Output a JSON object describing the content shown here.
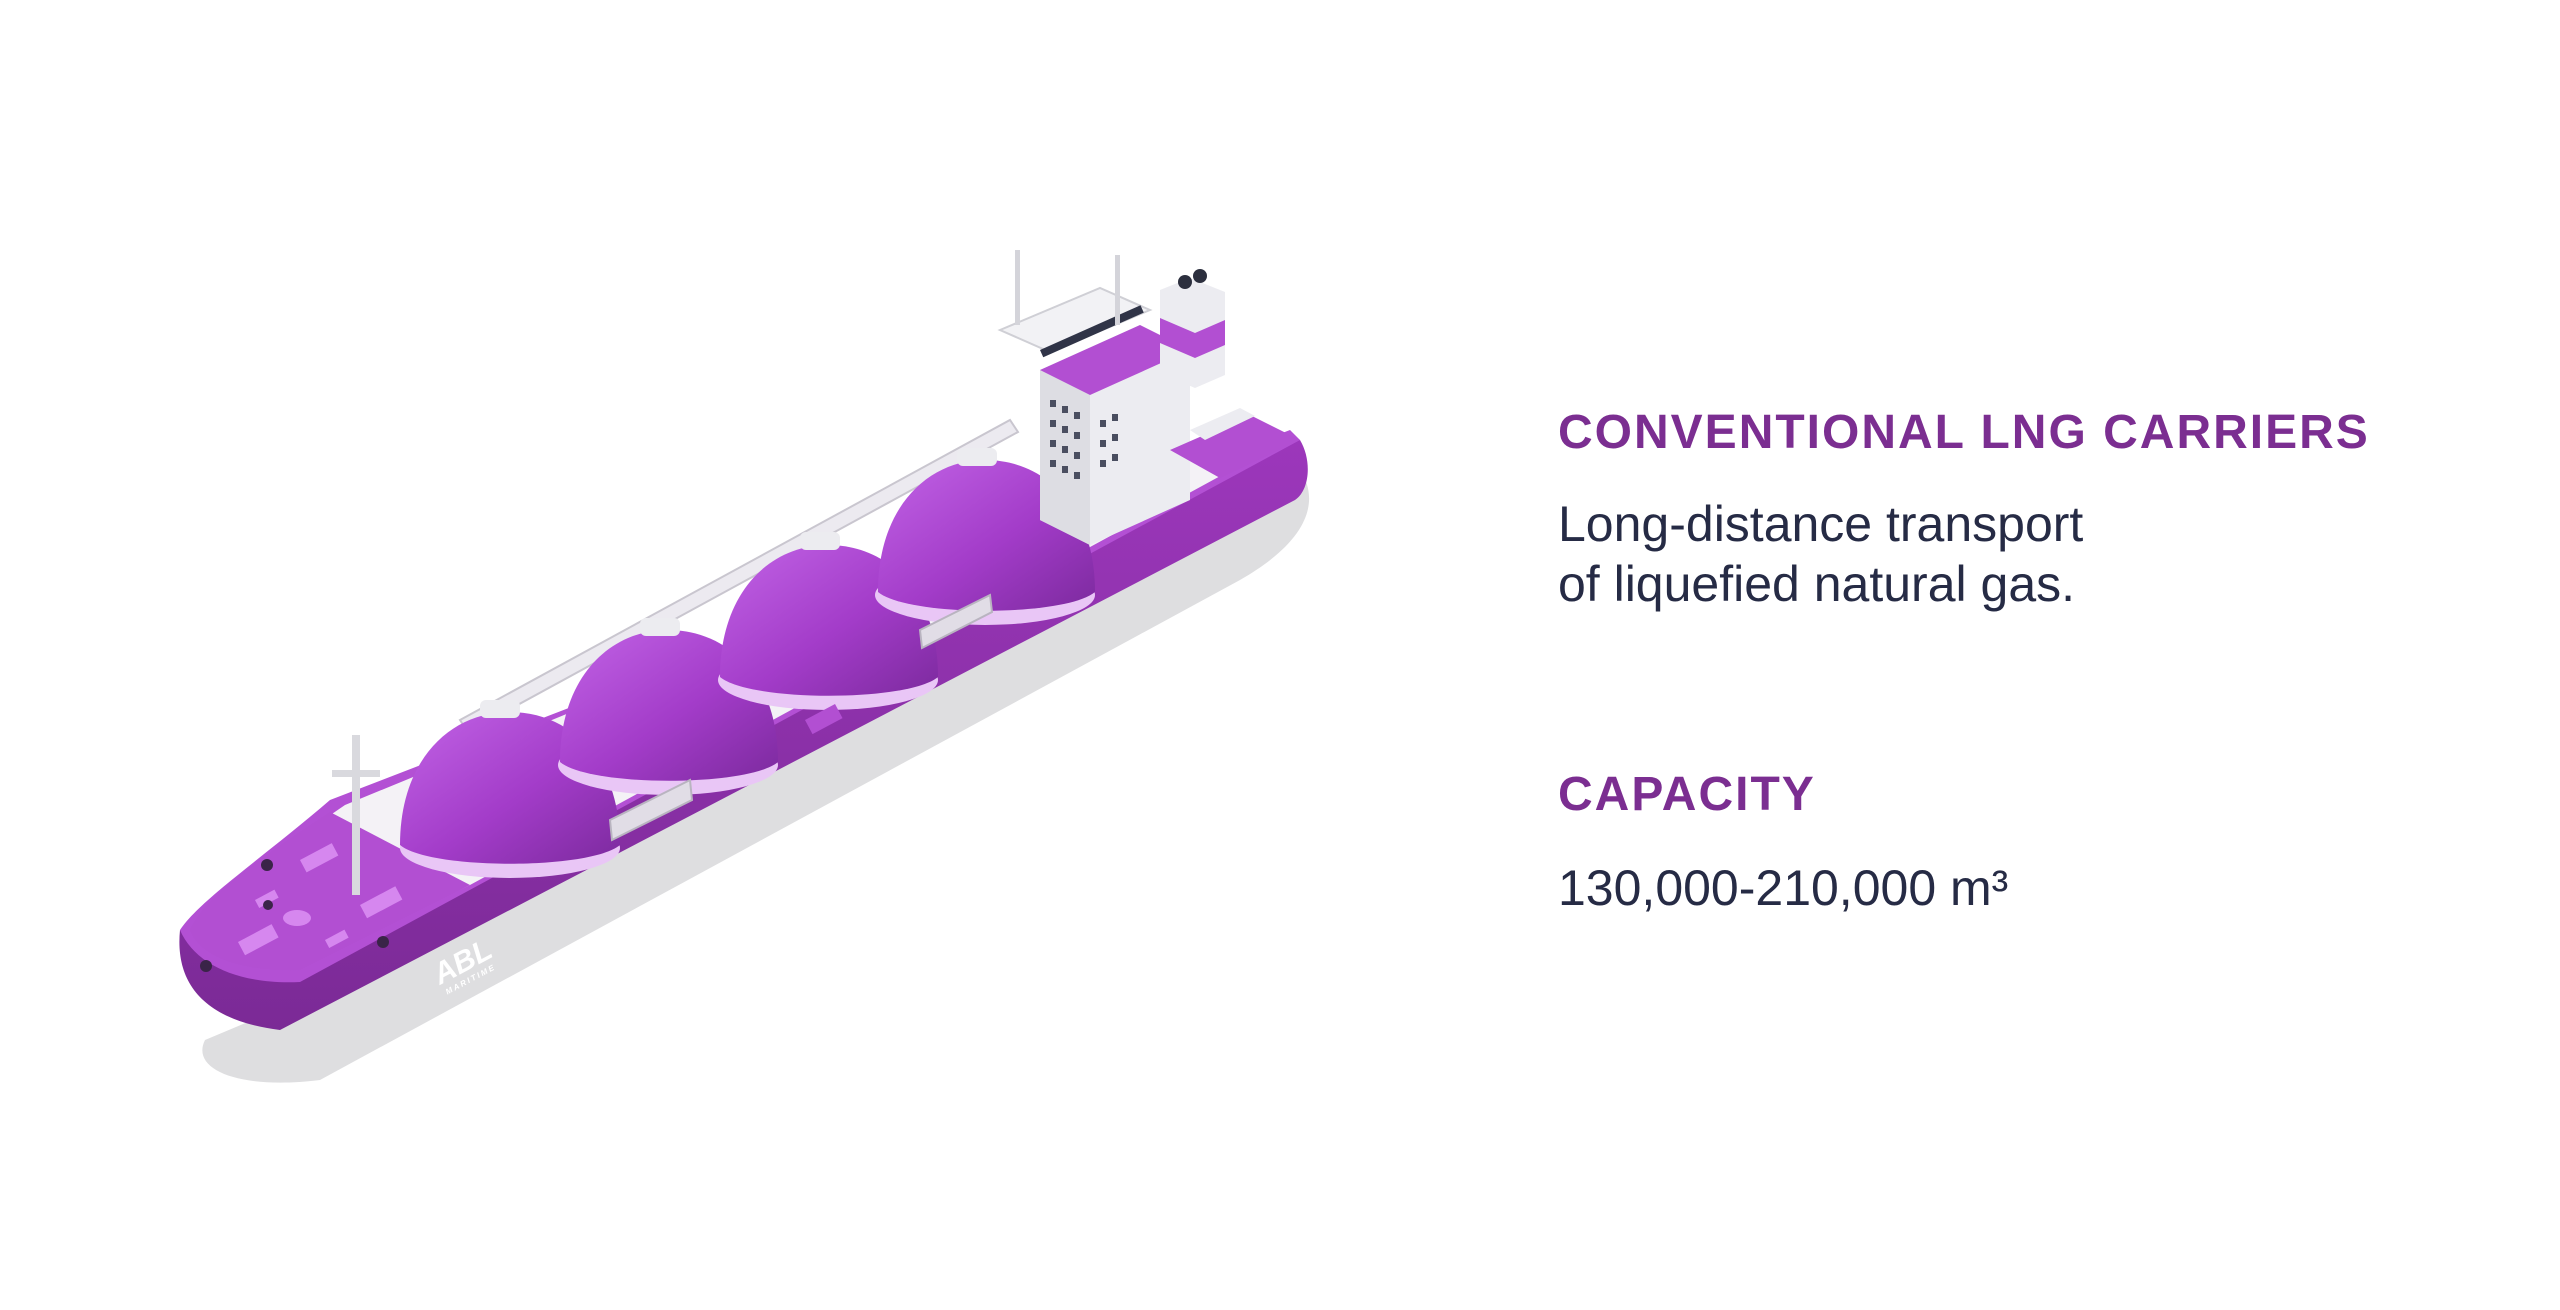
{
  "illustration": {
    "subject": "LNG carrier ship with four spherical tanks",
    "logo": {
      "main": "ABL",
      "sub": "MARITIME"
    },
    "colors": {
      "hull": "#8c2fa6",
      "hull_light": "#b24fd2",
      "tank": "#a53fcc",
      "tank_highlight": "#c46ae0",
      "deck": "#f4f2f6",
      "superstructure": "#e9e9ee",
      "shadow": "#dcdcde"
    }
  },
  "section_lng": {
    "heading": "CONVENTIONAL LNG CARRIERS",
    "line1": "Long-distance transport",
    "line2": "of liquefied natural gas."
  },
  "section_capacity": {
    "heading": "CAPACITY",
    "value": "130,000-210,000 m³"
  },
  "colors": {
    "heading": "#7b2e91",
    "body": "#262b45"
  }
}
